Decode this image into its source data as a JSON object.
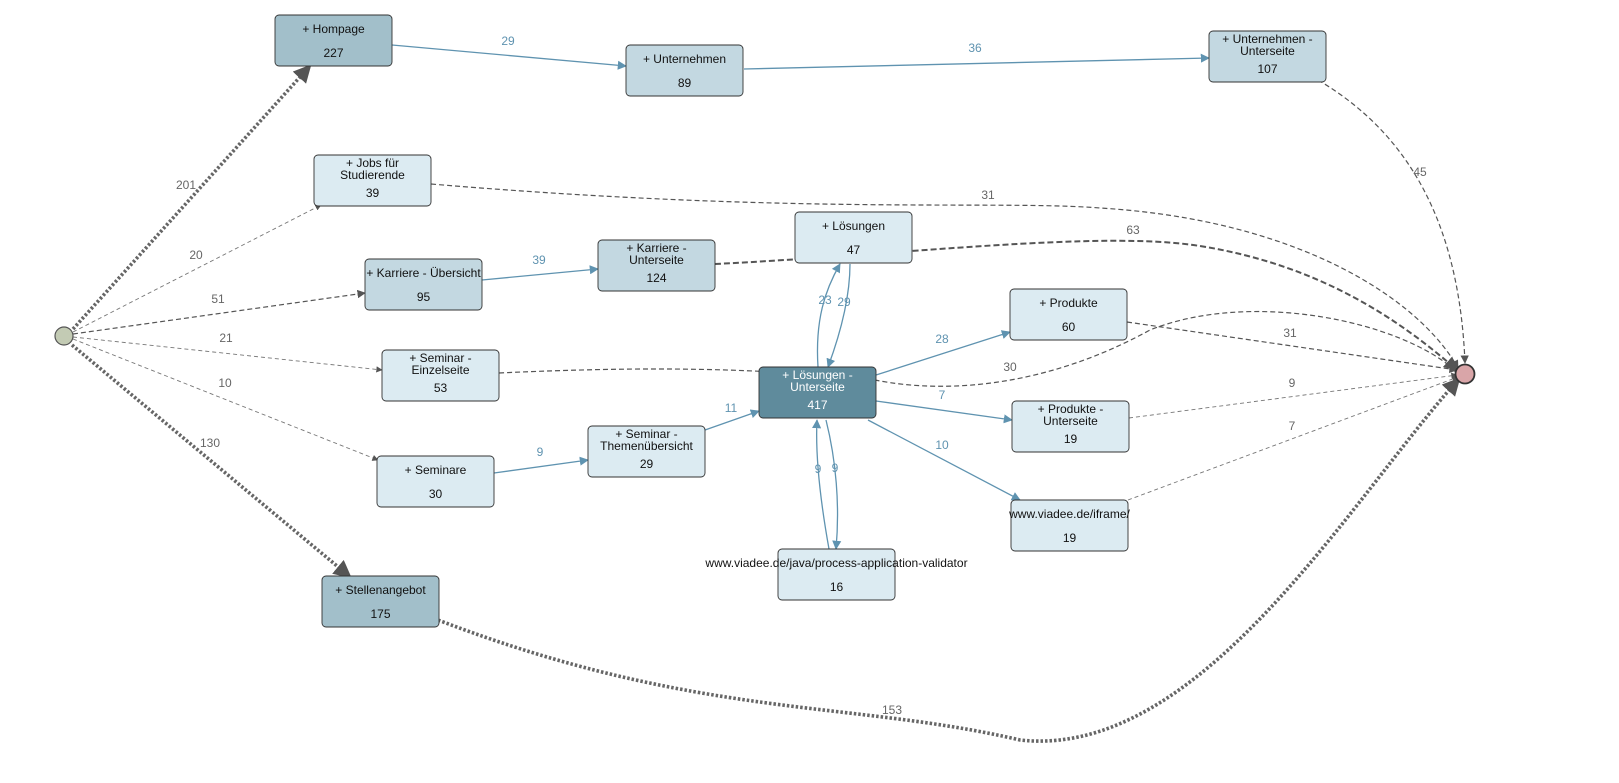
{
  "colors": {
    "start_circle": "#c3cbb4",
    "end_circle": "#d9a5a8",
    "solid_edge": "#5f93b0",
    "solid_label": "#5f93b0",
    "dashed_edge": "#555555",
    "dashed_label": "#666666",
    "node_light": "#dcebf2",
    "node_mid": "#c3d8e1",
    "node_strong": "#a2bfca",
    "node_dark": "#5f8b9c"
  },
  "nodes": [
    {
      "id": "hompage",
      "title": [
        "+ Hompage"
      ],
      "count": "227",
      "shade": "strong"
    },
    {
      "id": "unternehmen",
      "title": [
        "+ Unternehmen"
      ],
      "count": "89",
      "shade": "mid"
    },
    {
      "id": "unternehmen_unterseite",
      "title": [
        "+ Unternehmen -",
        "Unterseite"
      ],
      "count": "107",
      "shade": "mid"
    },
    {
      "id": "jobs_studierende",
      "title": [
        "+ Jobs für",
        "Studierende"
      ],
      "count": "39",
      "shade": "light"
    },
    {
      "id": "karriere_uebersicht",
      "title": [
        "+ Karriere - Übersicht"
      ],
      "count": "95",
      "shade": "mid"
    },
    {
      "id": "karriere_unterseite",
      "title": [
        "+ Karriere -",
        "Unterseite"
      ],
      "count": "124",
      "shade": "mid"
    },
    {
      "id": "loesungen",
      "title": [
        "+ Lösungen"
      ],
      "count": "47",
      "shade": "light"
    },
    {
      "id": "produkte",
      "title": [
        "+ Produkte"
      ],
      "count": "60",
      "shade": "light"
    },
    {
      "id": "seminar_einzelseite",
      "title": [
        "+ Seminar -",
        "Einzelseite"
      ],
      "count": "53",
      "shade": "light"
    },
    {
      "id": "loesungen_unterseite",
      "title": [
        "+ Lösungen -",
        "Unterseite"
      ],
      "count": "417",
      "shade": "dark"
    },
    {
      "id": "produkte_unterseite",
      "title": [
        "+ Produkte -",
        "Unterseite"
      ],
      "count": "19",
      "shade": "light"
    },
    {
      "id": "seminar_themen",
      "title": [
        "+ Seminar -",
        "Themenübersicht"
      ],
      "count": "29",
      "shade": "light"
    },
    {
      "id": "seminare",
      "title": [
        "+ Seminare"
      ],
      "count": "30",
      "shade": "light"
    },
    {
      "id": "iframe",
      "title": [
        "www.viadee.de/iframe/"
      ],
      "count": "19",
      "shade": "light"
    },
    {
      "id": "validator",
      "title": [
        "www.viadee.de/java/process-application-validator"
      ],
      "count": "16",
      "shade": "light"
    },
    {
      "id": "stellenangebot",
      "title": [
        "+ Stellenangebot"
      ],
      "count": "175",
      "shade": "strong"
    }
  ],
  "edges": [
    {
      "from": "start",
      "to": "hompage",
      "label": "201",
      "style": "dotted"
    },
    {
      "from": "hompage",
      "to": "unternehmen",
      "label": "29",
      "style": "solid"
    },
    {
      "from": "unternehmen",
      "to": "unternehmen_unterseite",
      "label": "36",
      "style": "solid"
    },
    {
      "from": "unternehmen_unterseite",
      "to": "end",
      "label": "45",
      "style": "dashed"
    },
    {
      "from": "start",
      "to": "jobs_studierende",
      "label": "20",
      "style": "dashed-light"
    },
    {
      "from": "jobs_studierende",
      "to": "end",
      "label": "31",
      "style": "dashed"
    },
    {
      "from": "start",
      "to": "karriere_uebersicht",
      "label": "51",
      "style": "dashed"
    },
    {
      "from": "karriere_uebersicht",
      "to": "karriere_unterseite",
      "label": "39",
      "style": "solid"
    },
    {
      "from": "karriere_unterseite",
      "to": "end",
      "label": "63",
      "style": "dashed-heavy"
    },
    {
      "from": "start",
      "to": "seminar_einzelseite",
      "label": "21",
      "style": "dashed-light"
    },
    {
      "from": "seminar_einzelseite",
      "to": "end",
      "label": "30",
      "style": "dashed"
    },
    {
      "from": "start",
      "to": "seminare",
      "label": "10",
      "style": "dashed-light"
    },
    {
      "from": "seminare",
      "to": "seminar_themen",
      "label": "9",
      "style": "solid"
    },
    {
      "from": "seminar_themen",
      "to": "loesungen_unterseite",
      "label": "11",
      "style": "solid"
    },
    {
      "from": "loesungen_unterseite",
      "to": "loesungen",
      "label": "23",
      "style": "solid"
    },
    {
      "from": "loesungen",
      "to": "loesungen_unterseite",
      "label": "29",
      "style": "solid"
    },
    {
      "from": "loesungen_unterseite",
      "to": "produkte",
      "label": "28",
      "style": "solid"
    },
    {
      "from": "produkte",
      "to": "end",
      "label": "31",
      "style": "dashed"
    },
    {
      "from": "loesungen_unterseite",
      "to": "produkte_unterseite",
      "label": "7",
      "style": "solid"
    },
    {
      "from": "produkte_unterseite",
      "to": "end",
      "label": "9",
      "style": "dashed-light"
    },
    {
      "from": "loesungen_unterseite",
      "to": "iframe",
      "label": "10",
      "style": "solid"
    },
    {
      "from": "iframe",
      "to": "end",
      "label": "7",
      "style": "dashed-light"
    },
    {
      "from": "validator",
      "to": "loesungen_unterseite",
      "label": "9",
      "style": "solid"
    },
    {
      "from": "loesungen_unterseite",
      "to": "validator",
      "label": "9",
      "style": "solid"
    },
    {
      "from": "start",
      "to": "stellenangebot",
      "label": "130",
      "style": "dotted"
    },
    {
      "from": "stellenangebot",
      "to": "end",
      "label": "153",
      "style": "dotted"
    }
  ]
}
